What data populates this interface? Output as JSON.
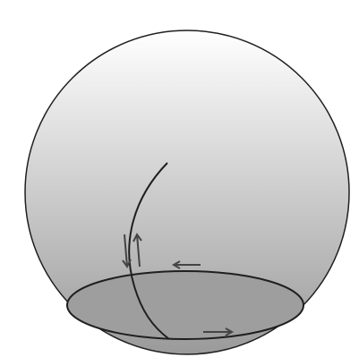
{
  "diagram": {
    "background": "#ffffff",
    "sphere": {
      "fill_top": "#ffffff",
      "fill_bottom": "#9a9a9a",
      "stroke": "#1f1f1f"
    },
    "disc": {
      "fill": "#9e9e9e",
      "stroke": "#1f1f1f"
    },
    "path_stroke": "#1f1f1f",
    "arrow_color": "#444444",
    "arrows": [
      {
        "name": "down-arrow-icon",
        "direction": "down"
      },
      {
        "name": "up-arrow-icon",
        "direction": "up"
      },
      {
        "name": "left-arrow-icon",
        "direction": "left"
      },
      {
        "name": "right-arrow-icon",
        "direction": "right"
      }
    ]
  }
}
